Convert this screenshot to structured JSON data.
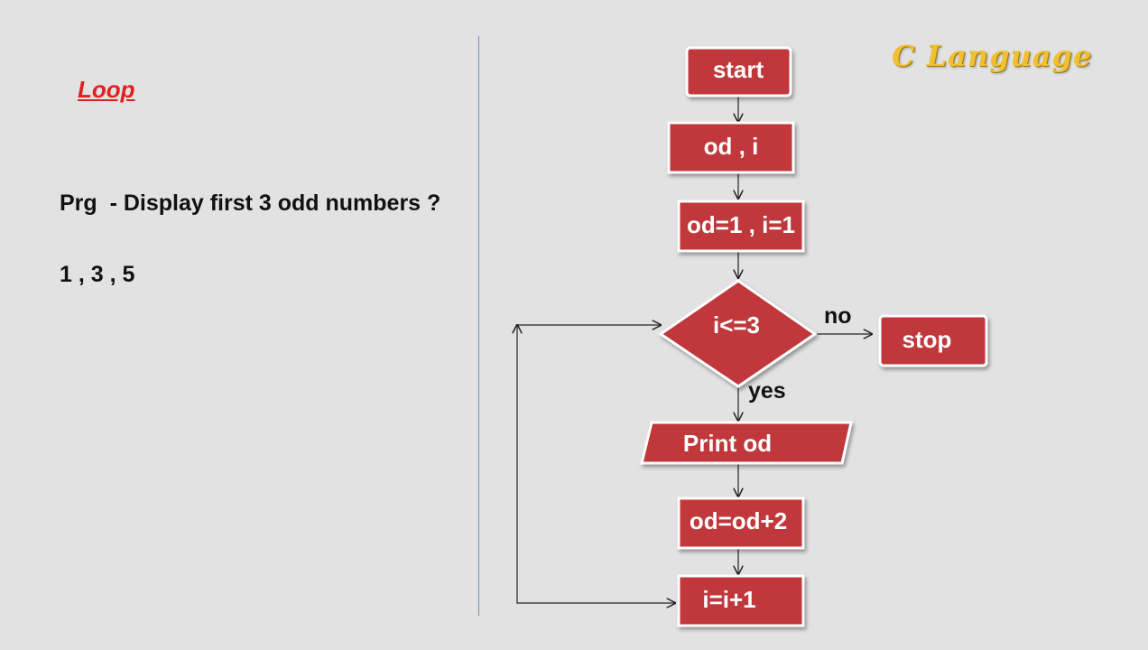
{
  "title": "Loop",
  "question": "Prg  - Display first 3 odd numbers ?",
  "sequence": "1 , 3 , 5",
  "brand": "C Language",
  "colors": {
    "background": "#e2e2e2",
    "node_fill": "#c0393b",
    "node_border": "#ffffff",
    "title": "#e02020",
    "brand": "#f0c030",
    "line": "#222222",
    "divider": "#7b8ab0"
  },
  "flowchart": {
    "nodes": {
      "start": "start",
      "declare": "od , i",
      "init": "od=1 , i=1",
      "condition": "i<=3",
      "stop": "stop",
      "print": "Print od",
      "increment_od": "od=od+2",
      "increment_i": "i=i+1"
    },
    "labels": {
      "no": "no",
      "yes": "yes"
    }
  }
}
